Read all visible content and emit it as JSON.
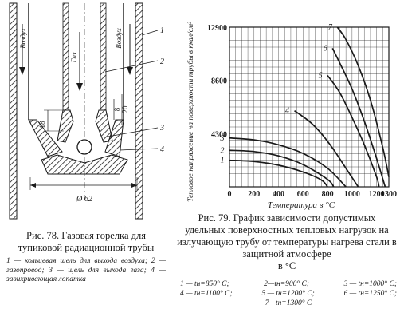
{
  "fig78": {
    "labels": {
      "air_left": "Воздух",
      "air_right": "Воздух",
      "gas": "Газ",
      "dim_18": "18",
      "dim_8": "8",
      "dim_20": "20",
      "dim_62": "Ø 62",
      "callouts": [
        "1",
        "2",
        "3",
        "4"
      ]
    },
    "caption": "Рис. 78. Газовая горелка для тупиковой радиационной трубы",
    "legend": "1 — кольцевая щель для выхода воздуха; 2 — газопровод; 3 — щель для выхода газа; 4 — завихривающая лопатка"
  },
  "fig79": {
    "caption": "Рис. 79. График зависимости допустимых удельных поверхностных тепловых нагрузок на излучающую трубу от температуры нагрева стали в защитной атмосфере",
    "caption_unit": "в °С",
    "legend": [
      [
        "1 — tн=850° С;",
        "2—tн=900° С;",
        "3 — tн=1000° С;"
      ],
      [
        "4 — tн=1100° С;",
        "5 — tн=1200° С;",
        "6 — tн=1250° С;"
      ],
      [
        "7—tн=1300° С"
      ]
    ]
  },
  "chart_data": {
    "type": "line",
    "xlabel": "Температура в °С",
    "ylabel": "Тепловое напряжение на поверхности трубы в ккал/см²",
    "xlim": [
      0,
      1300
    ],
    "ylim": [
      0,
      12900
    ],
    "x_ticks": [
      0,
      200,
      400,
      600,
      800,
      1000,
      1200,
      1300
    ],
    "x_tick_labels": [
      "0",
      "200",
      "400",
      "600",
      "800",
      "1000",
      "1200",
      "1300"
    ],
    "y_ticks": [
      4300,
      8600,
      12900
    ],
    "y_tick_labels": [
      "4300",
      "8600",
      "12900"
    ],
    "grid": true,
    "series": [
      {
        "label": "1",
        "points": [
          [
            0,
            2150
          ],
          [
            200,
            2050
          ],
          [
            400,
            1750
          ],
          [
            600,
            1200
          ],
          [
            750,
            550
          ],
          [
            800,
            0
          ]
        ]
      },
      {
        "label": "2",
        "points": [
          [
            0,
            2950
          ],
          [
            200,
            2850
          ],
          [
            400,
            2500
          ],
          [
            600,
            1800
          ],
          [
            800,
            600
          ],
          [
            850,
            0
          ]
        ]
      },
      {
        "label": "3",
        "points": [
          [
            0,
            3950
          ],
          [
            200,
            3800
          ],
          [
            400,
            3400
          ],
          [
            600,
            2700
          ],
          [
            800,
            1500
          ],
          [
            950,
            0
          ]
        ]
      },
      {
        "label": "4",
        "points": [
          [
            530,
            6150
          ],
          [
            650,
            5300
          ],
          [
            750,
            4300
          ],
          [
            850,
            3000
          ],
          [
            950,
            1500
          ],
          [
            1050,
            0
          ]
        ]
      },
      {
        "label": "5",
        "points": [
          [
            800,
            9000
          ],
          [
            900,
            7600
          ],
          [
            1000,
            5600
          ],
          [
            1100,
            3400
          ],
          [
            1200,
            800
          ],
          [
            1220,
            0
          ]
        ]
      },
      {
        "label": "6",
        "points": [
          [
            840,
            11200
          ],
          [
            900,
            10000
          ],
          [
            1000,
            7900
          ],
          [
            1100,
            5300
          ],
          [
            1200,
            2300
          ],
          [
            1270,
            0
          ]
        ]
      },
      {
        "label": "7",
        "points": [
          [
            880,
            12900
          ],
          [
            950,
            11900
          ],
          [
            1050,
            9800
          ],
          [
            1150,
            7000
          ],
          [
            1250,
            3200
          ],
          [
            1300,
            800
          ]
        ]
      }
    ]
  }
}
